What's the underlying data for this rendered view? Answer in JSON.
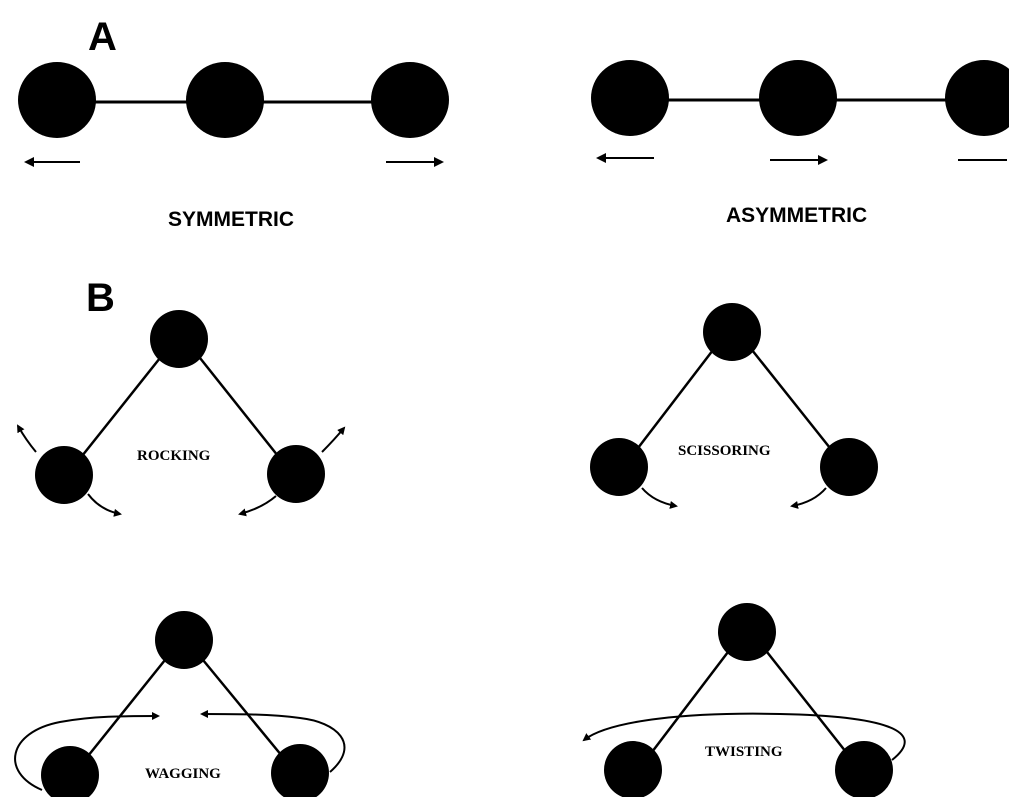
{
  "panels": {
    "a": {
      "letter": "A",
      "symmetric_label": "SYMMETRIC",
      "asymmetric_label": "ASYMMETRIC"
    },
    "b": {
      "letter": "B",
      "rocking_label": "ROCKING",
      "scissoring_label": "SCISSORING",
      "wagging_label": "WAGGING",
      "twisting_label": "TWISTING"
    }
  },
  "colors": {
    "ink": "#000000",
    "background": "#ffffff"
  }
}
